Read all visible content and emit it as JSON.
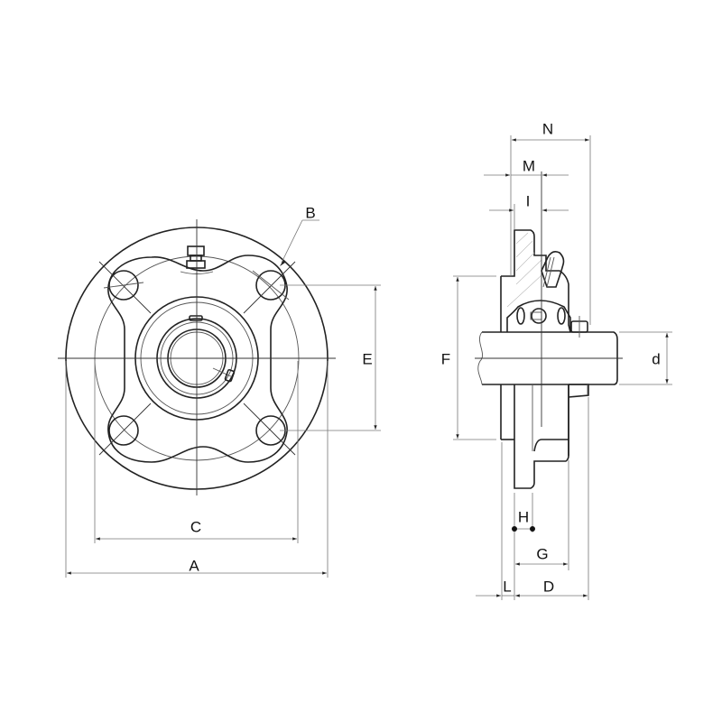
{
  "diagram": {
    "subject": "Round flange bearing unit - front view and side section",
    "colors": {
      "line": "#222222",
      "dimension_line": "#777777",
      "background": "#ffffff"
    },
    "front_view": {
      "labels": {
        "A": "A",
        "B": "B",
        "C": "C",
        "E": "E"
      }
    },
    "side_view": {
      "labels": {
        "N": "N",
        "M": "M",
        "I": "I",
        "F": "F",
        "d": "d",
        "H": "H",
        "G": "G",
        "L": "L",
        "D": "D"
      }
    }
  }
}
